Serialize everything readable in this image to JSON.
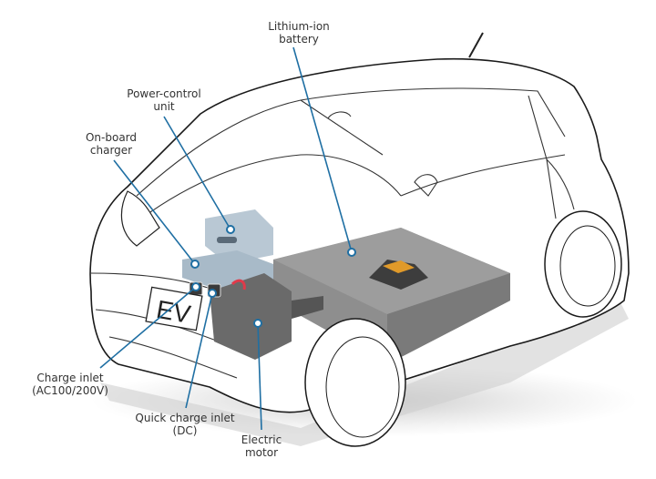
{
  "diagram": {
    "title": "Electric vehicle component layout",
    "license_plate": "EV",
    "callout_color": "#1f6fa3",
    "callouts": [
      {
        "id": "lithium-ion-battery",
        "lines": [
          "Lithium-ion",
          "battery"
        ]
      },
      {
        "id": "power-control-unit",
        "lines": [
          "Power-control",
          "unit"
        ]
      },
      {
        "id": "on-board-charger",
        "lines": [
          "On-board",
          "charger"
        ]
      },
      {
        "id": "charge-inlet",
        "lines": [
          "Charge inlet",
          "(AC100/200V)"
        ]
      },
      {
        "id": "quick-charge-inlet",
        "lines": [
          "Quick charge inlet",
          "(DC)"
        ]
      },
      {
        "id": "electric-motor",
        "lines": [
          "Electric",
          "motor"
        ]
      }
    ]
  }
}
